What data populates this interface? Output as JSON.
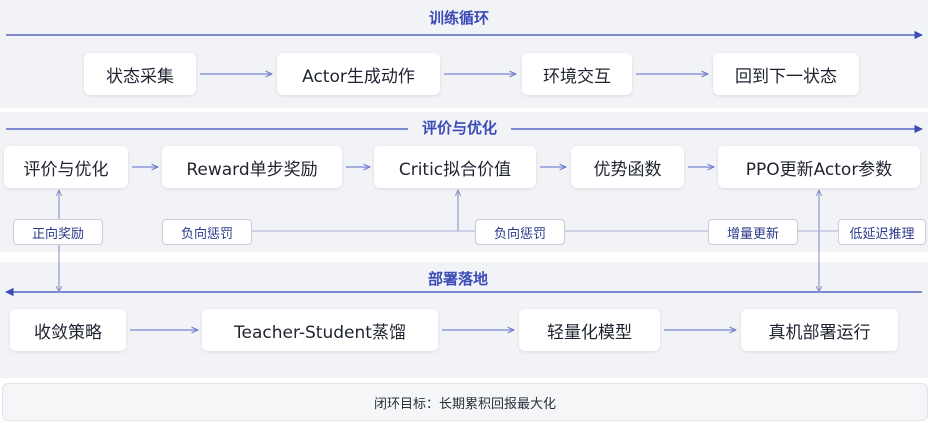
{
  "sections": {
    "training": {
      "title": "训练循环"
    },
    "evaluation": {
      "title": "评价与优化"
    },
    "deployment": {
      "title": "部署落地"
    }
  },
  "training_nodes": [
    "状态采集",
    "Actor生成动作",
    "环境交互",
    "回到下一状态"
  ],
  "evaluation_nodes": [
    "评价与优化",
    "Reward单步奖励",
    "Critic拟合价值",
    "优势函数",
    "PPO更新Actor参数"
  ],
  "deployment_nodes": [
    "收敛策略",
    "Teacher-Student蒸馏",
    "轻量化模型",
    "真机部署运行"
  ],
  "tags": {
    "positive_reward": "正向奖励",
    "negative_penalty_1": "负向惩罚",
    "negative_penalty_2": "负向惩罚",
    "incremental_update": "增量更新",
    "low_latency_inference": "低延迟推理"
  },
  "footer": {
    "text": "闭环目标：长期累积回报最大化"
  },
  "colors": {
    "accent": "#3a4bb8",
    "arrow": "#7a86d6",
    "band": "#f2f3f6",
    "connector": "#a9b0d8"
  }
}
